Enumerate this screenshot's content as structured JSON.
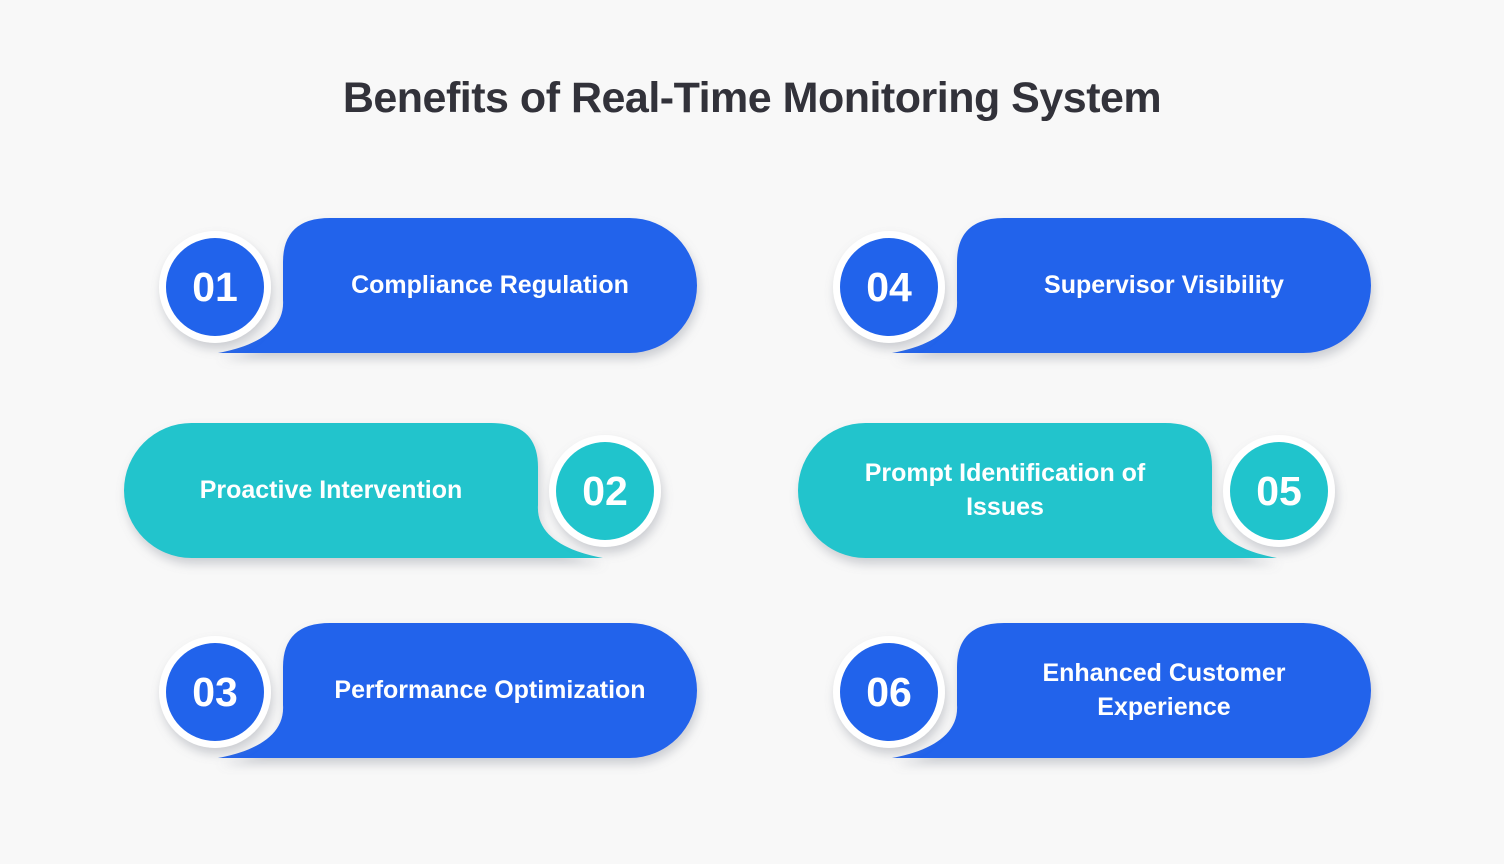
{
  "title": "Benefits of Real-Time Monitoring System",
  "colors": {
    "blue": "#2163EB",
    "teal": "#20C4CC",
    "halo_white": "#FFFFFF",
    "background": "#F8F8F8",
    "title_text": "#32323A",
    "label_text": "#FFFFFF"
  },
  "items": [
    {
      "number": "01",
      "label": "Compliance Regulation",
      "color": "blue",
      "circle_side": "left"
    },
    {
      "number": "02",
      "label": "Proactive Intervention",
      "color": "teal",
      "circle_side": "right"
    },
    {
      "number": "03",
      "label": "Performance Optimization",
      "color": "blue",
      "circle_side": "left"
    },
    {
      "number": "04",
      "label": "Supervisor Visibility",
      "color": "blue",
      "circle_side": "left"
    },
    {
      "number": "05",
      "label": "Prompt Identification of Issues",
      "color": "teal",
      "circle_side": "right"
    },
    {
      "number": "06",
      "label": "Enhanced Customer Experience",
      "color": "blue",
      "circle_side": "left"
    }
  ]
}
